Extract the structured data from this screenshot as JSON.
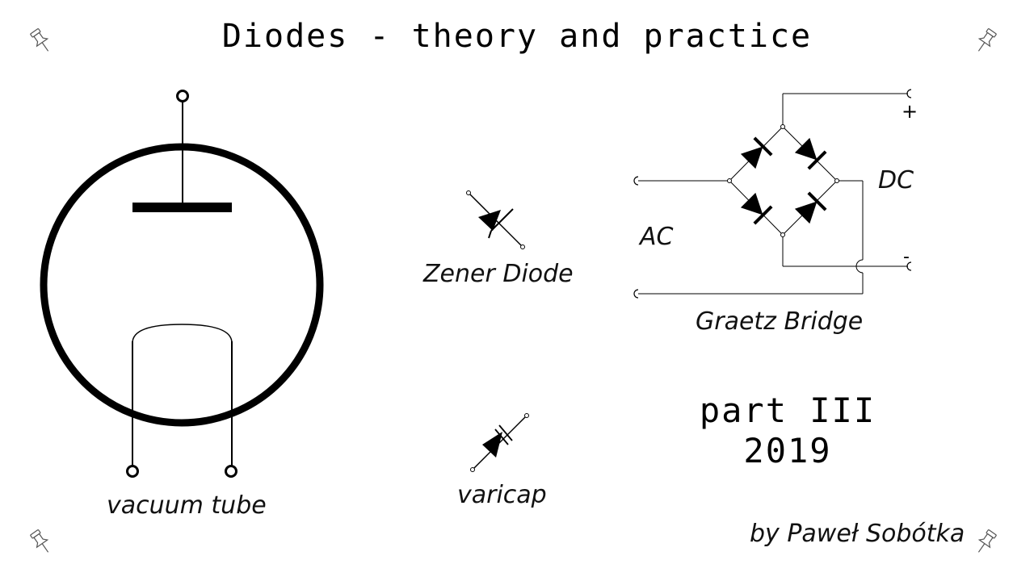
{
  "title": "Diodes - theory and practice",
  "labels": {
    "vacuum_tube": "vacuum tube",
    "zener": "Zener Diode",
    "varicap": "varicap",
    "ac": "AC",
    "dc": "DC",
    "bridge": "Graetz Bridge",
    "plus": "+",
    "minus": "-"
  },
  "part": {
    "line1": "part III",
    "line2": "2019"
  },
  "author": "by Paweł Sobótka",
  "icons": {
    "corner": "pushpin-icon"
  }
}
